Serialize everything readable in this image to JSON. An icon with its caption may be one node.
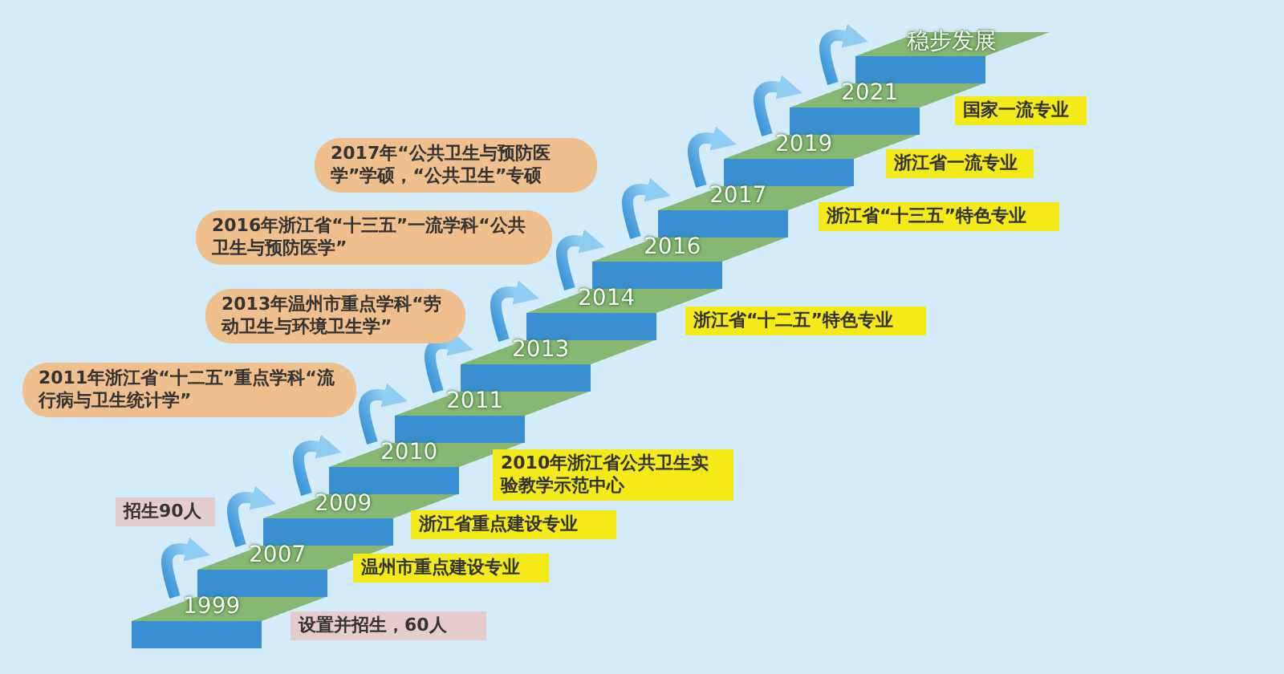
{
  "diagram": {
    "nodes": [
      {
        "text": [
          "1999"
        ]
      },
      {
        "text": [
          "2007"
        ]
      },
      {
        "text": [
          "2009"
        ]
      },
      {
        "text": [
          "2010"
        ]
      },
      {
        "text": [
          "2011"
        ]
      },
      {
        "text": [
          "2013"
        ]
      },
      {
        "text": [
          "2014"
        ]
      },
      {
        "text": [
          "2016"
        ]
      },
      {
        "text": [
          "2017"
        ]
      },
      {
        "text": [
          "2019"
        ]
      },
      {
        "text": [
          "2021"
        ]
      },
      {
        "text": [
          "稳步发展"
        ]
      },
      {
        "text": [
          "国家一流专业"
        ]
      },
      {
        "text": [
          "2017年“公共卫生与预防医学”学硕，“公共卫生”专硕"
        ]
      },
      {
        "text": [
          "浙江省一流专业"
        ]
      },
      {
        "text": [
          "2016年浙江省“十三五”一流学科“公共卫生与预防医学”"
        ]
      },
      {
        "text": [
          "浙江省“十三五”特色专业"
        ]
      },
      {
        "text": [
          "2013年温州市重点学科“劳动卫生与环境卫生学”"
        ]
      },
      {
        "text": [
          "浙江省“十二五”特色专业"
        ]
      },
      {
        "text": [
          "2011年浙江省“十二五”重点学科“流行病与卫生统计学”"
        ]
      },
      {
        "text": [
          "2010年浙江省公共卫生实验教学示范中心"
        ]
      },
      {
        "text": [
          "招生90人"
        ]
      },
      {
        "text": [
          "浙江省重点建设专业"
        ]
      },
      {
        "text": [
          "温州市重点建设专业"
        ]
      },
      {
        "text": [
          "设置并招生，60人"
        ]
      }
    ],
    "edges": [
      {
        "from": 0,
        "to": 1,
        "arrow": "to"
      },
      {
        "from": 1,
        "to": 2,
        "arrow": "to"
      },
      {
        "from": 2,
        "to": 3,
        "arrow": "to"
      },
      {
        "from": 3,
        "to": 4,
        "arrow": "to"
      },
      {
        "from": 4,
        "to": 5,
        "arrow": "to"
      },
      {
        "from": 5,
        "to": 6,
        "arrow": "to"
      },
      {
        "from": 6,
        "to": 7,
        "arrow": "to"
      },
      {
        "from": 7,
        "to": 8,
        "arrow": "to"
      },
      {
        "from": 8,
        "to": 9,
        "arrow": "to"
      },
      {
        "from": 9,
        "to": 10,
        "arrow": "to"
      },
      {
        "from": 10,
        "to": 11,
        "arrow": "to"
      }
    ]
  }
}
